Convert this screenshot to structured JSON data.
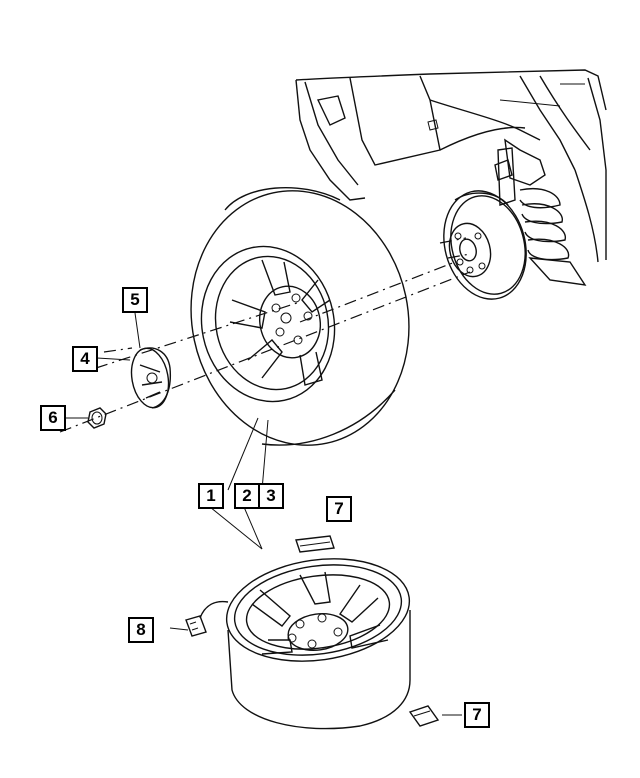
{
  "callouts": [
    {
      "id": "c5",
      "label": "5"
    },
    {
      "id": "c4",
      "label": "4"
    },
    {
      "id": "c6",
      "label": "6"
    },
    {
      "id": "c1",
      "label": "1"
    },
    {
      "id": "c2",
      "label": "2"
    },
    {
      "id": "c3",
      "label": "3"
    },
    {
      "id": "c7a",
      "label": "7"
    },
    {
      "id": "c8",
      "label": "8"
    },
    {
      "id": "c7b",
      "label": "7"
    }
  ]
}
